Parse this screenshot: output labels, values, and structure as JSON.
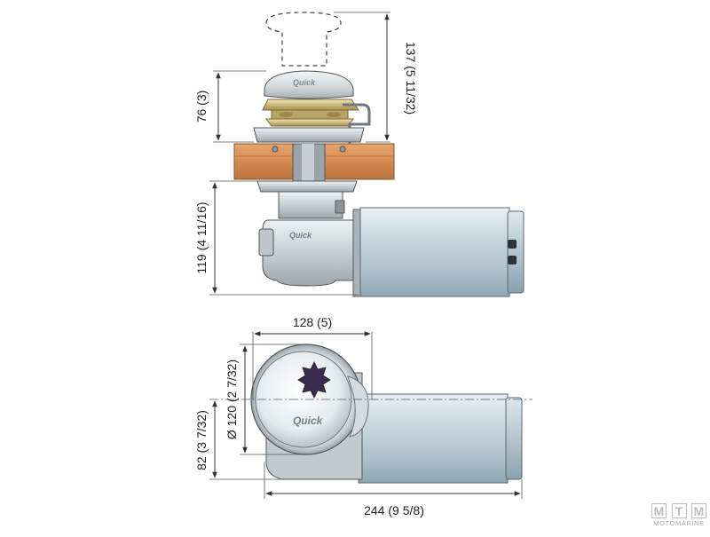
{
  "brand_text": "Quick",
  "dimensions": {
    "top_height_above_deck": "137 (5 11/32)",
    "gypsy_height": "76 (3)",
    "below_deck_height": "119 (4 11/16)",
    "plan_width": "128 (5)",
    "base_diameter": "Ø 120 (2 7/32)",
    "plan_offset": "82 (3 7/32)",
    "overall_length": "244 (9 5/8)"
  },
  "watermark": {
    "letters": [
      "M",
      "T",
      "M"
    ],
    "subtitle": "MOTOMARINE"
  },
  "colors": {
    "deck_wood": "#d4915a",
    "deck_dark": "#b06a35",
    "motor_blue": "#b9ccd6",
    "housing_grey": "#c9cfd3",
    "gypsy_bronze": "#c9b77a",
    "line": "#333333"
  }
}
